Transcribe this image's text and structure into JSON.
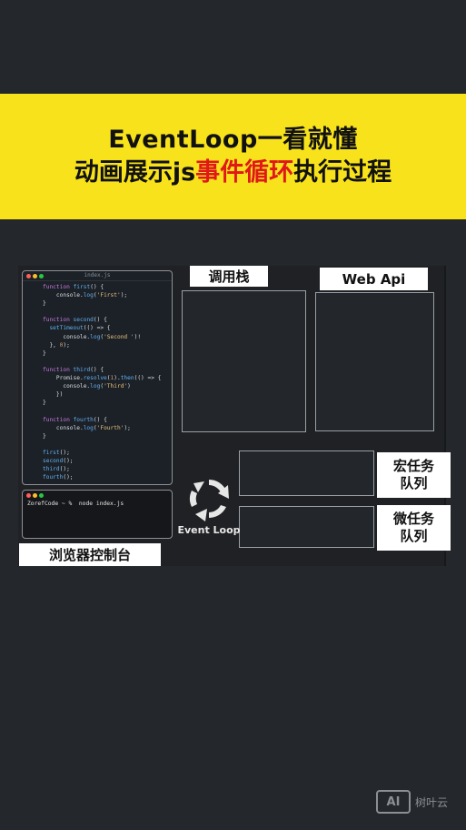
{
  "banner": {
    "title_line1": "EventLoop一看就懂",
    "title_line2_a": "动画展示js",
    "title_line2_highlight": "事件循环",
    "title_line2_b": "执行过程",
    "highlight_color": "#e0181a",
    "background_color": "#f7e21b"
  },
  "editor": {
    "filename": "index.js",
    "code_lines": [
      "function first() {",
      "    console.log('First');",
      "}",
      "",
      "function second() {",
      "  setTimeout(() => {",
      "      console.log('Second ')!",
      "  }, 0);",
      "}",
      "",
      "function third() {",
      "    Promise.resolve(1).then(() => {",
      "      console.log('Third')",
      "    })",
      "}",
      "",
      "function fourth() {",
      "    console.log('Fourth');",
      "}",
      "",
      "first();",
      "second();",
      "third();",
      "fourth();"
    ]
  },
  "terminal": {
    "command": "ZorefCode ~ %  node index.js"
  },
  "labels": {
    "call_stack": "调用栈",
    "web_api": "Web Api",
    "macro_task_queue_1": "宏任务",
    "macro_task_queue_2": "队列",
    "micro_task_queue_1": "微任务",
    "micro_task_queue_2": "队列",
    "browser_console": "浏览器控制台",
    "event_loop": "Event Loop"
  },
  "watermark": {
    "logo_text": "AI",
    "site_name": "树叶云"
  }
}
